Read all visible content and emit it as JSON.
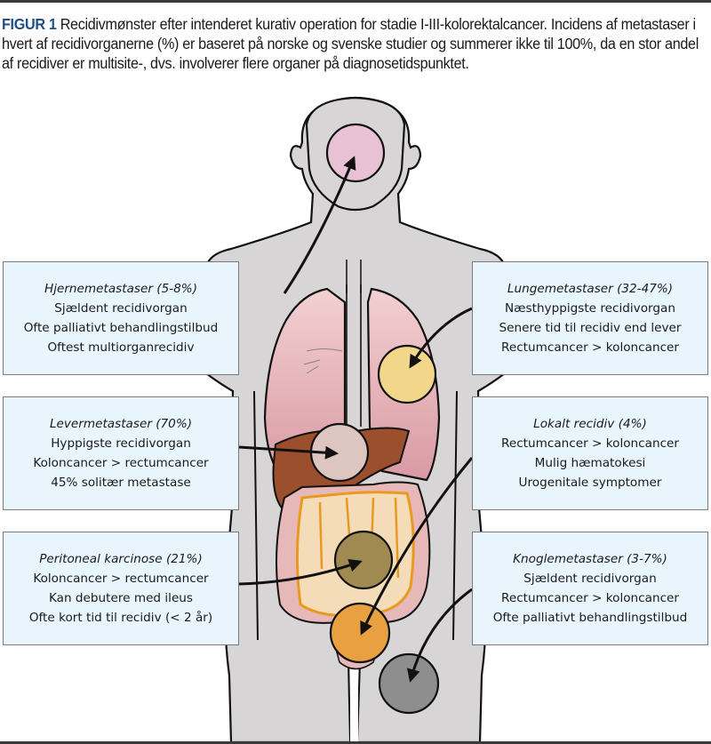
{
  "caption": {
    "label": "FIGUR 1",
    "text": " Recidivmønster efter intenderet kurativ operation for stadie I-III-kolorektalcancer. Incidens af metastaser i hvert af recidivorganerne (%) er baseret på norske og svenske studier og summerer ikke til 100%, da en stor andel af recidiver er multisite-, dvs. involverer flere organer på diagnosetidspunktet."
  },
  "colors": {
    "caption_label": "#1f4e8c",
    "box_fill": "#e8f5fc",
    "brain": "#e8c2d4",
    "lung_lesion": "#f2d78a",
    "liver": "#9c4f2d",
    "peritoneal": "#a08a52",
    "local": "#e8a040",
    "bone": "#8e8e8e",
    "body": "#d8d5d6"
  },
  "boxes": [
    {
      "id": "brain",
      "title": "Hjernemetastaser (5-8%)",
      "lines": [
        "Sjældent recidivorgan",
        "Ofte palliativt behandlingstilbud",
        "Oftest multiorganrecidiv"
      ]
    },
    {
      "id": "lung",
      "title": "Lungemetastaser (32-47%)",
      "lines": [
        "Næsthyppigste recidivorgan",
        "Senere tid til recidiv end lever",
        "Rectumcancer > koloncancer"
      ]
    },
    {
      "id": "liver",
      "title": "Levermetastaser (70%)",
      "lines": [
        "Hyppigste recidivorgan",
        "Koloncancer > rectumcancer",
        "45% solitær metastase"
      ]
    },
    {
      "id": "local",
      "title": "Lokalt recidiv (4%)",
      "lines": [
        "Rectumcancer > koloncancer",
        "Mulig hæmatokesi",
        "Urogenitale symptomer"
      ]
    },
    {
      "id": "peritoneal",
      "title": "Peritoneal karcinose (21%)",
      "lines": [
        "Koloncancer > rectumcancer",
        "Kan debutere med ileus",
        "Ofte kort tid til recidiv (< 2 år)"
      ]
    },
    {
      "id": "bone",
      "title": "Knoglemetastaser (3-7%)",
      "lines": [
        "Sjældent recidivorgan",
        "Rectumcancer > koloncancer",
        "Ofte palliativt behandlingstilbud"
      ]
    }
  ]
}
